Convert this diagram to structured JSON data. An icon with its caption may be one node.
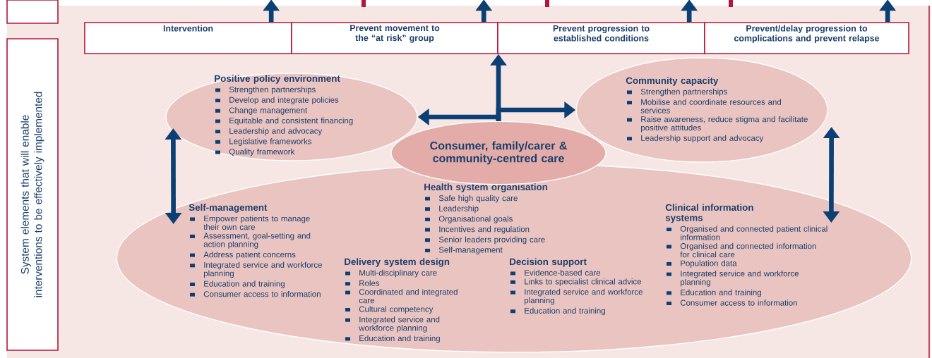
{
  "diagram": {
    "nodes": [
      {
        "text": [],
        "shape": "box"
      },
      {
        "text": [
          "System elements that will enable interventions to be effectively implemented"
        ]
      },
      {
        "text": [
          "Intervention"
        ]
      },
      {
        "text": [
          "Prevent movement to the “at risk” group"
        ]
      },
      {
        "text": [
          "Prevent progression to established conditions"
        ]
      },
      {
        "text": [
          "Prevent/delay progression to complications and prevent relapse"
        ]
      },
      {
        "text": [
          "Positive policy environment",
          "Strengthen partnerships",
          "Develop and integrate policies",
          "Change management",
          "Equitable and consistent financing",
          "Leadership and advocacy",
          "Legislative frameworks",
          "Quality framework"
        ]
      },
      {
        "text": [
          "Community capacity",
          "Strengthen partnerships",
          "Mobilise and coordinate resources and services",
          "Raise awareness, reduce stigma and facilitate positive attitudes",
          "Leadership support and advocacy"
        ]
      },
      {
        "text": [
          "Health system organisation",
          "Safe high quality care",
          "Leadership",
          "Organisational goals",
          "Incentives and regulation",
          "Senior leaders providing care",
          "Self-management",
          "Self-management",
          "Empower patients to manage their own care",
          "Assessment, goal-setting and action planning",
          "Address patient concerns",
          "Integrated service and workforce planning",
          "Education and training",
          "Consumer access to information",
          "Clinical information systems",
          "Organised and connected patient clinical information",
          "Organised and connected information for clinical care",
          "Population data",
          "Integrated service and workforce planning",
          "Education and training",
          "Consumer access to information",
          "Delivery system design",
          "Multi-disciplinary care",
          "Roles",
          "Coordinated and integrated care",
          "Cultural competency",
          "Integrated service and workforce planning",
          "Education and training",
          "Decision support",
          "Evidence-based care",
          "Links to specialist clinical advice",
          "Integrated service and workforce planning",
          "Education and training"
        ]
      },
      {
        "text": [
          "Consumer, family/carer & community-centred care"
        ]
      }
    ],
    "edges": [
      {
        "from": 2,
        "to": null,
        "arrow": "to"
      },
      {
        "from": 3,
        "to": null,
        "arrow": "to"
      },
      {
        "from": 4,
        "to": null,
        "arrow": "to"
      },
      {
        "from": 5,
        "to": null,
        "arrow": "to"
      },
      {
        "from": 9,
        "to": 3,
        "arrow": "to"
      },
      {
        "from": 9,
        "to": 6,
        "arrow": "to"
      },
      {
        "from": 9,
        "to": 7,
        "arrow": "to"
      },
      {
        "from": 6,
        "to": 8,
        "arrow": "both"
      },
      {
        "from": 7,
        "to": 8,
        "arrow": "both"
      }
    ]
  }
}
